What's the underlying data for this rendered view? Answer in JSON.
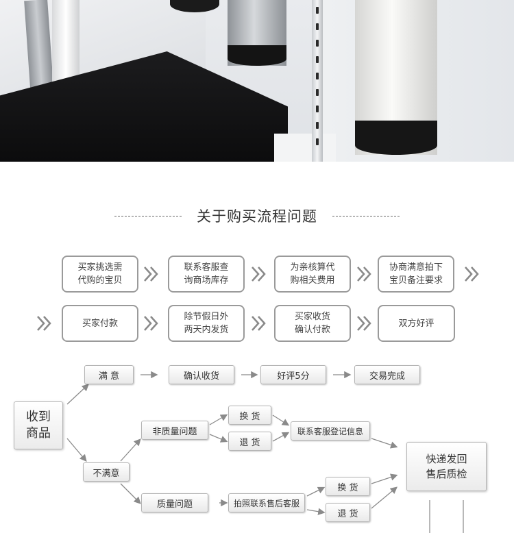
{
  "section_title": "关于购买流程问题",
  "process_steps": [
    {
      "line1": "买家挑选需",
      "line2": "代购的宝贝"
    },
    {
      "line1": "联系客服查",
      "line2": "询商场库存"
    },
    {
      "line1": "为亲核算代",
      "line2": "购相关费用"
    },
    {
      "line1": "协商满意拍下",
      "line2": "宝贝备注要求"
    },
    {
      "line1": "买家付款",
      "line2": ""
    },
    {
      "line1": "除节假日外",
      "line2": "两天内发货"
    },
    {
      "line1": "买家收货",
      "line2": "确认付款"
    },
    {
      "line1": "双方好评",
      "line2": ""
    }
  ],
  "flow": {
    "received": {
      "line1": "收到",
      "line2": "商品"
    },
    "satisfied": "满  意",
    "confirm_receipt": "确认收货",
    "good_review": "好评5分",
    "deal_done": "交易完成",
    "unsatisfied": "不满意",
    "non_quality": "非质量问题",
    "exchange_1": "换  货",
    "return_1": "退  货",
    "contact_cs": "联系客服登记信息",
    "quality": "质量问题",
    "photo_contact": "拍照联系售后客服",
    "exchange_2": "换  货",
    "return_2": "退  货",
    "ship_back": {
      "line1": "快递发回",
      "line2": "售后质检"
    }
  },
  "colors": {
    "border": "#9a9a9a",
    "arrow": "#8a8a8a",
    "text": "#333333"
  }
}
